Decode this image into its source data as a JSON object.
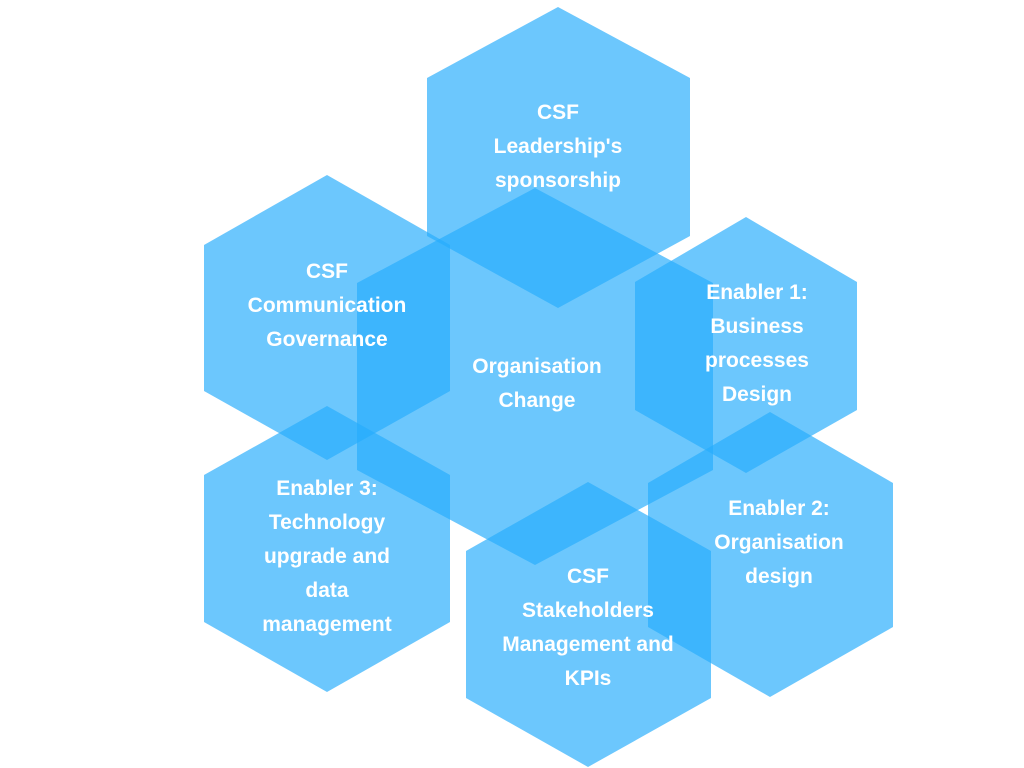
{
  "diagram": {
    "hex_color": "#26adfc",
    "text_color": "#ffffff",
    "nodes": [
      {
        "id": "center",
        "lines": [
          "Organisation",
          "Change"
        ]
      },
      {
        "id": "top",
        "lines": [
          "CSF",
          "Leadership's",
          "sponsorship"
        ]
      },
      {
        "id": "upper-left",
        "lines": [
          "CSF",
          "Communication",
          "Governance"
        ]
      },
      {
        "id": "upper-right",
        "lines": [
          "Enabler 1:",
          "Business",
          "processes",
          "Design"
        ]
      },
      {
        "id": "lower-left",
        "lines": [
          "Enabler 3:",
          "Technology",
          "upgrade and",
          "data",
          "management"
        ]
      },
      {
        "id": "lower-right",
        "lines": [
          "Enabler 2:",
          "Organisation",
          "design"
        ]
      },
      {
        "id": "bottom",
        "lines": [
          "CSF",
          "Stakeholders",
          "Management and",
          "KPIs"
        ]
      }
    ]
  }
}
